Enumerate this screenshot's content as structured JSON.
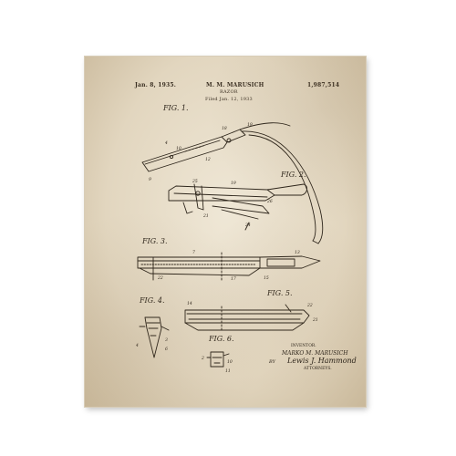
{
  "header": {
    "date": "Jan. 8, 1935.",
    "inventor": "M. M. MARUSICH",
    "number": "1,987,514",
    "title": "RAZOR",
    "filed": "Filed Jan. 12, 1933"
  },
  "figures": {
    "fig1": "FIG. 1.",
    "fig2": "FIG. 2.",
    "fig3": "FIG. 3.",
    "fig4": "FIG. 4.",
    "fig5": "FIG. 5.",
    "fig6": "FIG. 6."
  },
  "signature": {
    "inventor_label": "INVENTOR.",
    "inventor_name": "MARKO M. MARUSICH",
    "handwriting": "Lewis J. Hammond",
    "by": "BY",
    "attorneys": "ATTORNEYS."
  },
  "colors": {
    "paper": "#e8decb",
    "ink": "#2c241a"
  }
}
